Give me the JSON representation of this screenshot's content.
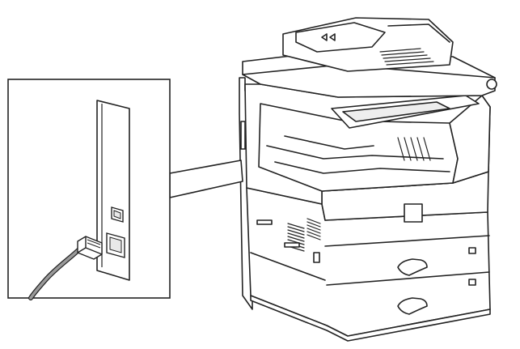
{
  "figure": {
    "subject": "multifunction-printer",
    "callout_subject": "telephone-line-connection",
    "colors": {
      "outline": "#222222",
      "panel_fill": "#ffffff",
      "port_shade": "#e9e9e9",
      "cable": "#9a9a9a",
      "glass": "#eeeeee",
      "background": "#ffffff"
    },
    "icons": [
      "printer-illustration",
      "zoom-callout",
      "rj11-plug-icon",
      "line-jack-icon",
      "usb-port-icon",
      "phone-cable"
    ]
  }
}
